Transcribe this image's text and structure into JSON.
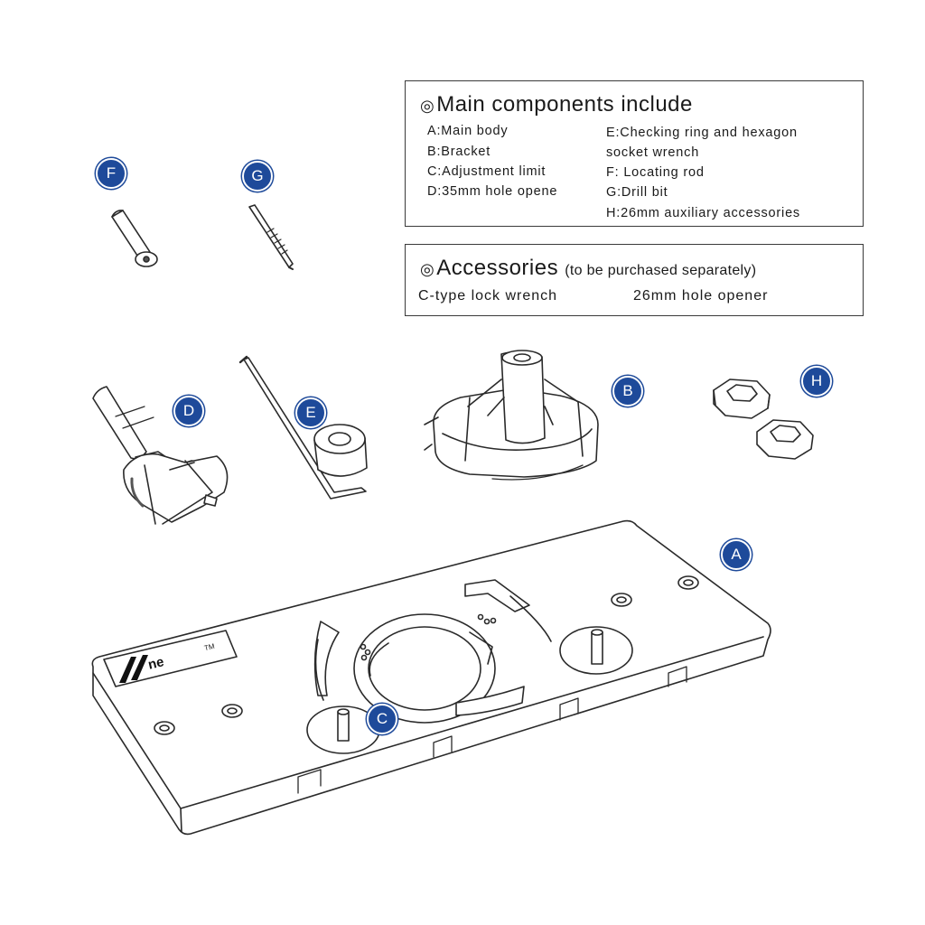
{
  "main_box": {
    "title": "Main components include",
    "items": [
      "A:Main body",
      "B:Bracket",
      "C:Adjustment limit",
      "D:35mm hole opene",
      "E:Checking ring and hexagon",
      "socket wrench",
      "F:  Locating rod",
      "G:Drill bit",
      "H:26mm auxiliary accessories"
    ]
  },
  "accessories_box": {
    "title": "Accessories",
    "subtitle": "(to be purchased separately)",
    "items": [
      "C-type lock wrench",
      "26mm hole opener"
    ]
  },
  "badges": {
    "a": "A",
    "b": "B",
    "c": "C",
    "d": "D",
    "e": "E",
    "f": "F",
    "g": "G",
    "h": "H"
  },
  "logo": {
    "brand": "ne",
    "tm": "TM"
  },
  "colors": {
    "badge": "#1e4a9a",
    "line": "#2a2a2a"
  }
}
